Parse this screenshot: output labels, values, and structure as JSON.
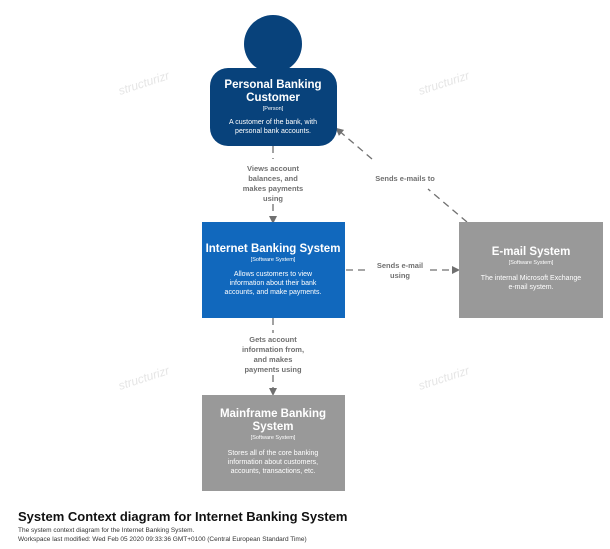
{
  "diagram": {
    "nodes": {
      "customer": {
        "title_line1": "Personal Banking",
        "title_line2": "Customer",
        "type": "[Person]",
        "desc_line1": "A customer of the bank, with",
        "desc_line2": "personal bank accounts."
      },
      "ibs": {
        "title": "Internet Banking System",
        "type": "[Software System]",
        "desc_line1": "Allows customers to view",
        "desc_line2": "information about their bank",
        "desc_line3": "accounts, and make payments."
      },
      "email": {
        "title": "E-mail System",
        "type": "[Software System]",
        "desc_line1": "The internal Microsoft Exchange",
        "desc_line2": "e-mail system."
      },
      "mainframe": {
        "title_line1": "Mainframe Banking",
        "title_line2": "System",
        "type": "[Software System]",
        "desc_line1": "Stores all of the core banking",
        "desc_line2": "information about customers,",
        "desc_line3": "accounts, transactions, etc."
      }
    },
    "edges": {
      "customer_to_ibs": {
        "line1": "Views account",
        "line2": "balances, and",
        "line3": "makes payments",
        "line4": "using"
      },
      "ibs_to_email": {
        "line1": "Sends e-mail",
        "line2": "using"
      },
      "email_to_customer": {
        "line1": "Sends e-mails to"
      },
      "ibs_to_mainframe": {
        "line1": "Gets account",
        "line2": "information from,",
        "line3": "and makes",
        "line4": "payments using"
      }
    },
    "colors": {
      "person": "#08427b",
      "internal_system": "#1168bd",
      "external_system": "#999999",
      "edge": "#707070"
    }
  },
  "footer": {
    "title": "System Context diagram for Internet Banking System",
    "subtitle": "The system context diagram for the Internet Banking System.",
    "modified": "Workspace last modified: Wed Feb 05 2020 09:33:36 GMT+0100 (Central European Standard Time)"
  }
}
